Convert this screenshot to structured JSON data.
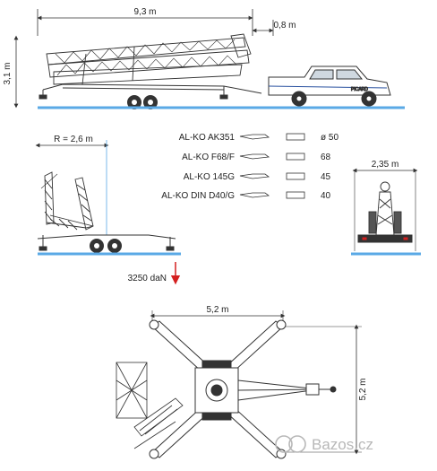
{
  "dimensions": {
    "total_length": "9,3 m",
    "rear_offset": "0,8 m",
    "height": "3,1 m",
    "radius": "R = 2,6 m",
    "width": "2,35 m",
    "base_width": "5,2 m",
    "base_depth": "5,2 m"
  },
  "load": {
    "value": "3250 daN"
  },
  "couplings": [
    {
      "name": "AL-KO AK351",
      "value": "ø 50"
    },
    {
      "name": "AL-KO F68/F",
      "value": "68"
    },
    {
      "name": "AL-KO 145G",
      "value": "45"
    },
    {
      "name": "AL-KO DIN D40/G",
      "value": "40"
    }
  ],
  "vehicle": {
    "brand_text": "PICARD"
  },
  "watermark": {
    "text": "Bazos.cz"
  },
  "colors": {
    "ground": "#5aa9e6",
    "line": "#333333",
    "arrow": "#d42020",
    "watermark": "#b8b8b8"
  }
}
